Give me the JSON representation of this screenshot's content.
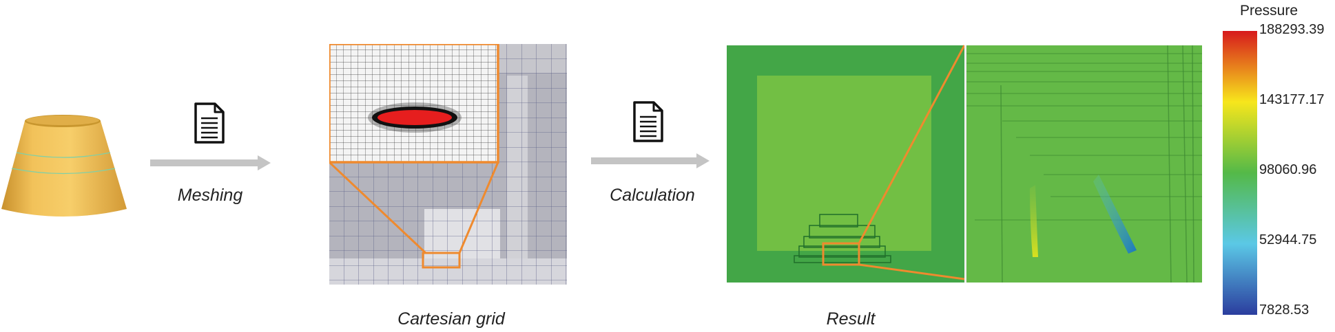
{
  "steps": {
    "meshing": "Meshing",
    "calculation": "Calculation"
  },
  "captions": {
    "grid": "Cartesian grid",
    "result": "Result"
  },
  "colorbar": {
    "title": "Pressure",
    "ticks": [
      "188293.39",
      "143177.17",
      "98060.96",
      "52944.75",
      "7828.53"
    ],
    "colors": [
      "#d7191c",
      "#f7e61c",
      "#54b948",
      "#5bc8e6",
      "#2b3d9e"
    ]
  },
  "icons": {
    "document": "document-icon",
    "arrow": "right-arrow-icon"
  }
}
